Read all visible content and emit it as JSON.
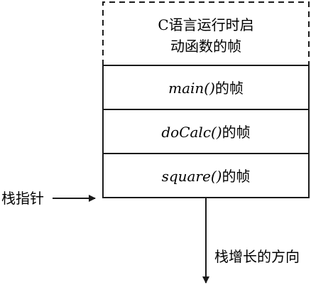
{
  "diagram": {
    "frames": [
      {
        "label_line1": "C语言运行时启",
        "label_line2": "动函数的帧"
      },
      {
        "func": "main()",
        "suffix": "的帧"
      },
      {
        "func": "doCalc()",
        "suffix": "的帧"
      },
      {
        "func": "square()",
        "suffix": "的帧"
      }
    ],
    "stack_pointer_label": "栈指针",
    "growth_direction_label": "栈增长的方向"
  }
}
